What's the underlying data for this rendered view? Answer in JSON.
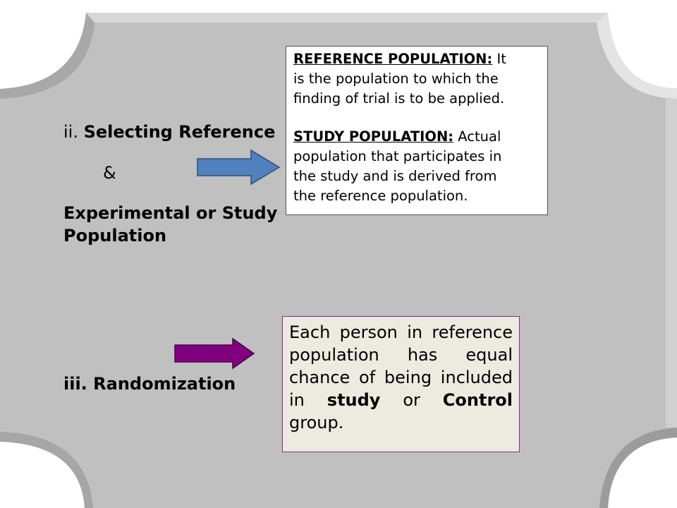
{
  "colors": {
    "slide_fill": "#c0c0c0",
    "slide_edge": "#e6e6e6",
    "corner_fill": "#ffffff",
    "blue_arrow": "#4f81bd",
    "purple_arrow": "#800080",
    "randomization_box_fill": "#edeae0",
    "randomization_box_border": "#8a2a8a"
  },
  "left": {
    "selecting": {
      "prefix": "ii. ",
      "bold": "Selecting Reference"
    },
    "ampersand": "&",
    "experimental_line1": "Experimental or Study",
    "experimental_line2": "Population",
    "randomization": "iii. Randomization"
  },
  "reference_box": {
    "ref_term": "REFERENCE POPULATION:",
    "ref_text_line1": " It",
    "ref_text_line2": "is the population to which the",
    "ref_text_line3": "finding of trial is to be applied.",
    "study_term": "STUDY POPULATION:",
    "study_text_line1": " Actual",
    "study_text_line2": "population that participates in",
    "study_text_line3": "the study and is derived from",
    "study_text_line4": "the reference population."
  },
  "randomization_box": {
    "part1": "Each person in reference population has equal chance of being included in ",
    "bold1": "study",
    "part2": " or ",
    "bold2": "Control",
    "part3": " group."
  }
}
